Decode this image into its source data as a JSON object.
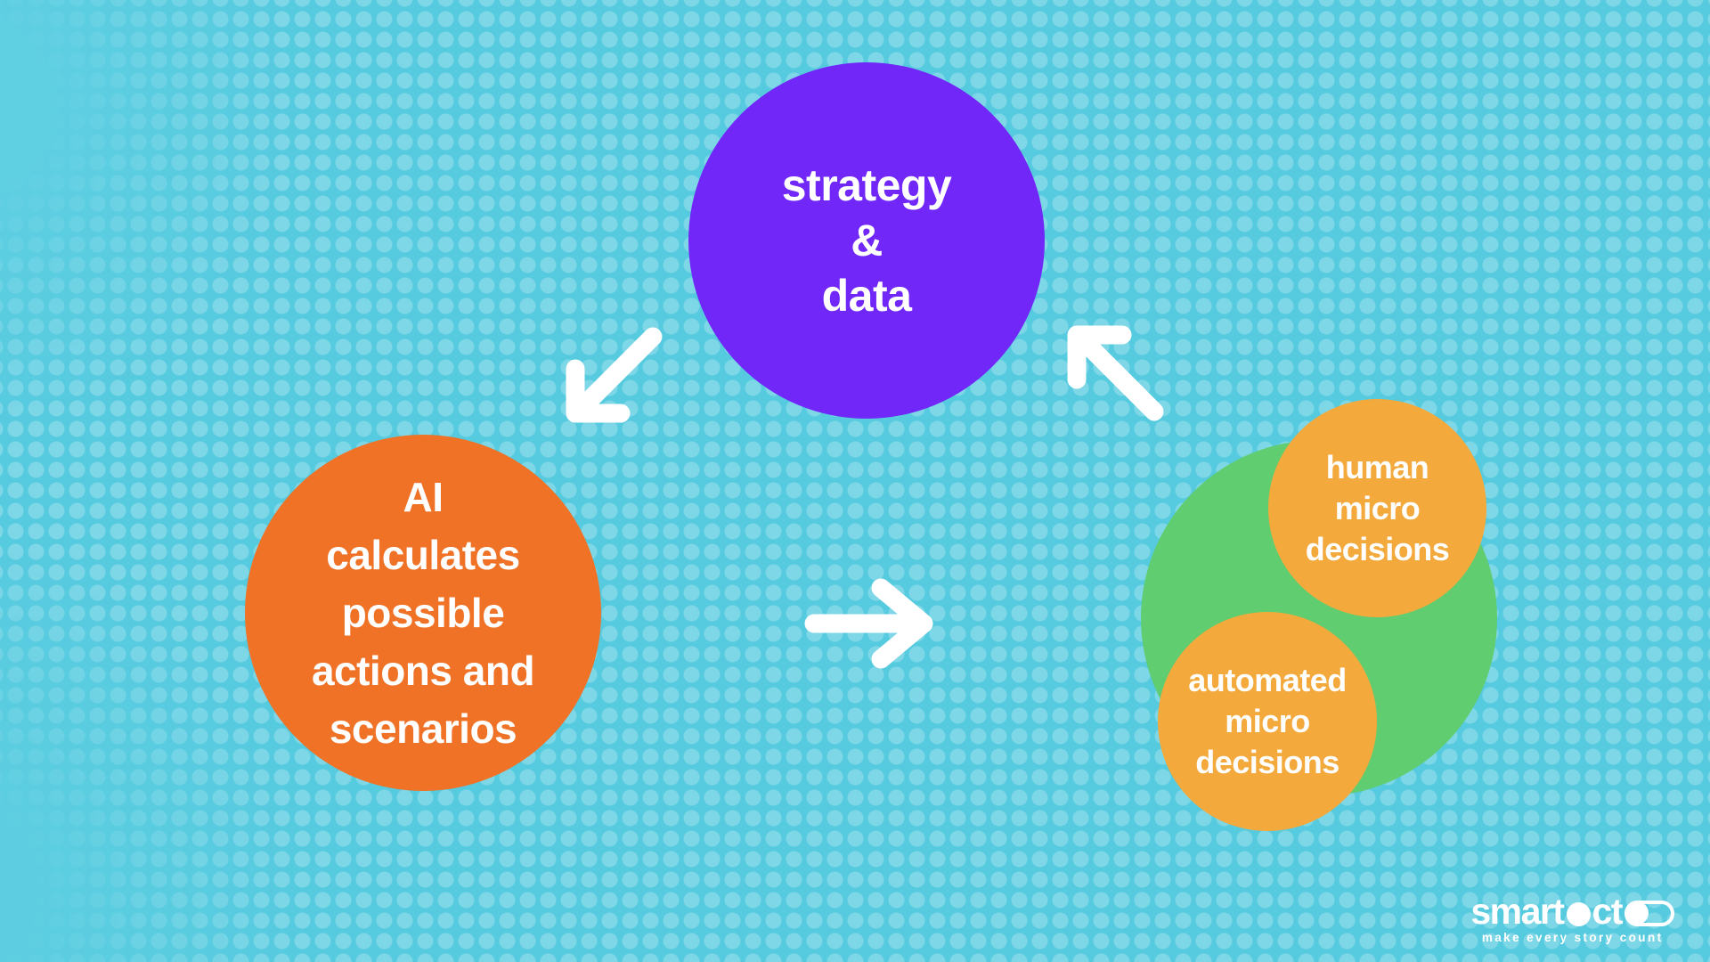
{
  "slide": {
    "background": {
      "base_color": "#56cadf",
      "dot_color": "#7cd6e6"
    },
    "arrow_color": "#ffffff",
    "text_color": "#ffffff",
    "circles": {
      "strategy": {
        "color": "#7127f8",
        "lines": [
          "strategy",
          "&",
          "data"
        ]
      },
      "ai": {
        "color": "#ef7226",
        "lines": [
          "AI",
          "calculates",
          "possible",
          "actions and",
          "scenarios"
        ]
      },
      "green": {
        "color": "#5fcd70"
      },
      "human": {
        "color": "#f4a93c",
        "lines": [
          "human",
          "micro",
          "decisions"
        ]
      },
      "automated": {
        "color": "#f4a93c",
        "lines": [
          "automated",
          "micro",
          "decisions"
        ]
      }
    },
    "logo": {
      "wordmark_prefix": "smart",
      "wordmark_mid": "ct",
      "tagline": "make every story count"
    }
  }
}
